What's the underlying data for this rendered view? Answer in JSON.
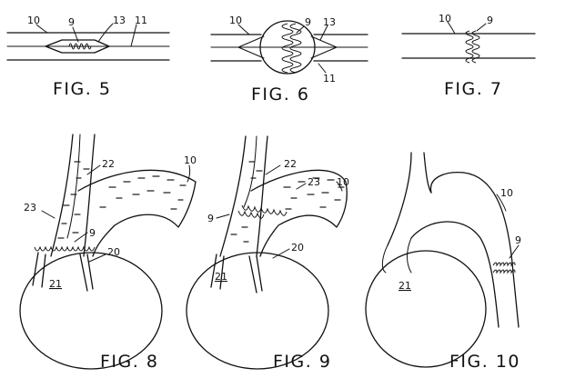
{
  "figures": {
    "fig5": {
      "caption": "FIG. 5",
      "labels": [
        "10",
        "9",
        "13",
        "11"
      ]
    },
    "fig6": {
      "caption": "FIG. 6",
      "labels": [
        "10",
        "9",
        "13",
        "11"
      ]
    },
    "fig7": {
      "caption": "FIG. 7",
      "labels": [
        "10",
        "9"
      ]
    },
    "fig8": {
      "caption": "FIG. 8",
      "labels": [
        "22",
        "10",
        "23",
        "9",
        "20",
        "21"
      ]
    },
    "fig9": {
      "caption": "FIG. 9",
      "labels": [
        "22",
        "23",
        "10",
        "9",
        "20",
        "21"
      ]
    },
    "fig10": {
      "caption": "FIG. 10",
      "labels": [
        "10",
        "9",
        "21"
      ]
    }
  }
}
